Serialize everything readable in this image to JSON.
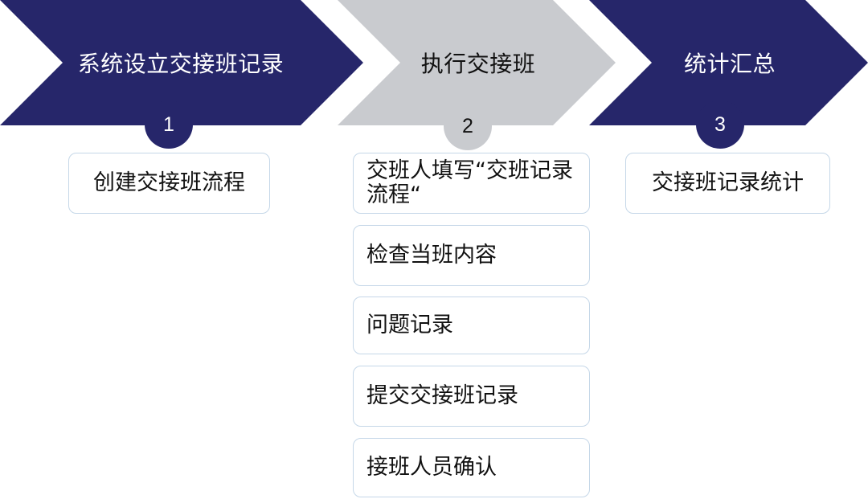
{
  "colors": {
    "dark_navy": "#26266a",
    "light_gray": "#c9cbcf",
    "white": "#ffffff",
    "box_border": "#c5d7e8",
    "text_dark": "#111111"
  },
  "steps": [
    {
      "number": "1",
      "title": "系统设立交接班记录",
      "items": [
        "创建交接班流程"
      ]
    },
    {
      "number": "2",
      "title": "执行交接班",
      "items": [
        "交班人填写“交班记录流程“",
        "检查当班内容",
        "问题记录",
        "提交交接班记录",
        "接班人员确认"
      ]
    },
    {
      "number": "3",
      "title": "统计汇总",
      "items": [
        "交接班记录统计"
      ]
    }
  ]
}
